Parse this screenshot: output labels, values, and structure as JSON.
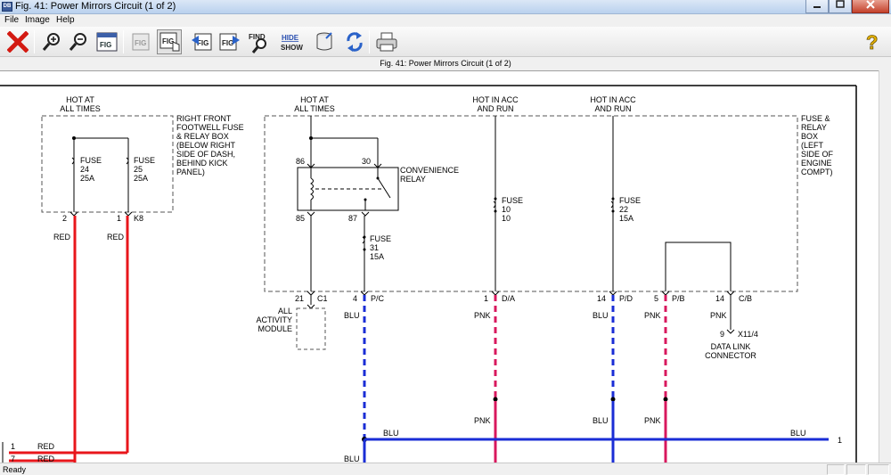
{
  "window": {
    "title": "Fig. 41: Power Mirrors Circuit (1 of 2)",
    "app_icon_text": "DB"
  },
  "menu": [
    {
      "label": "File"
    },
    {
      "label": "Image"
    },
    {
      "label": "Help"
    }
  ],
  "toolbar": {
    "buttons": [
      {
        "name": "close-figure",
        "icon": "red-x-icon"
      },
      {
        "name": "zoom-in",
        "icon": "magnifier-plus-icon"
      },
      {
        "name": "zoom-out",
        "icon": "magnifier-minus-icon"
      },
      {
        "name": "figure-index",
        "icon": "fig-list-icon",
        "label": "FIG"
      },
      {
        "name": "prev-figure",
        "icon": "fig-prev-icon",
        "label": "FIG"
      },
      {
        "name": "select-figure",
        "icon": "fig-hand-icon",
        "label": "FIG"
      },
      {
        "name": "fig-back",
        "icon": "fig-back-icon",
        "label": "FIG"
      },
      {
        "name": "fig-forward",
        "icon": "fig-forward-icon",
        "label": "FIG"
      },
      {
        "name": "find",
        "icon": "find-icon",
        "label": "FIND"
      },
      {
        "name": "hide-show",
        "icon": "hide-show-icon",
        "label_top": "HIDE",
        "label_bottom": "SHOW"
      },
      {
        "name": "notes",
        "icon": "notes-icon"
      },
      {
        "name": "refresh",
        "icon": "refresh-icon"
      },
      {
        "name": "print",
        "icon": "printer-icon"
      },
      {
        "name": "help",
        "icon": "question-icon",
        "label": "?"
      }
    ]
  },
  "figure_header": "Fig. 41: Power Mirrors Circuit (1 of 2)",
  "status": {
    "text": "Ready"
  },
  "diagram": {
    "left_box": {
      "hot_label": [
        "HOT AT",
        "ALL TIMES"
      ],
      "box_label": [
        "RIGHT FRONT",
        "FOOTWELL FUSE",
        "& RELAY BOX",
        "(BELOW RIGHT",
        "SIDE OF DASH,",
        "BEHIND KICK",
        "PANEL)"
      ],
      "fuse_a": [
        "FUSE",
        "24",
        "25A"
      ],
      "fuse_b": [
        "FUSE",
        "25",
        "25A"
      ],
      "pin_a": "2",
      "pin_b": "1",
      "connector": "K8",
      "wire_a": "RED",
      "wire_b": "RED"
    },
    "right_box": {
      "hot1": [
        "HOT AT",
        "ALL TIMES"
      ],
      "hot2": [
        "HOT IN ACC",
        "AND RUN"
      ],
      "hot3": [
        "HOT IN ACC",
        "AND RUN"
      ],
      "box_label": [
        "FUSE &",
        "RELAY",
        "BOX",
        "(LEFT",
        "SIDE OF",
        "ENGINE",
        "COMPT)"
      ],
      "relay_label": [
        "CONVENIENCE",
        "RELAY"
      ],
      "relay_pins": {
        "p86": "86",
        "p30": "30",
        "p85": "85",
        "p87": "87"
      },
      "fuse31": [
        "FUSE",
        "31",
        "15A"
      ],
      "fuse10": [
        "FUSE",
        "10",
        "10"
      ],
      "fuse22": [
        "FUSE",
        "22",
        "15A"
      ],
      "pins": [
        {
          "pin": "21",
          "conn": "C1"
        },
        {
          "pin": "4",
          "conn": "P/C"
        },
        {
          "pin": "1",
          "conn": "D/A"
        },
        {
          "pin": "14",
          "conn": "P/D"
        },
        {
          "pin": "5",
          "conn": "P/B"
        },
        {
          "pin": "14",
          "conn": "C/B"
        }
      ]
    },
    "module_label": [
      "ALL",
      "ACTIVITY",
      "MODULE"
    ],
    "data_link": {
      "pin": "9",
      "conn": "X11/4",
      "label": [
        "DATA LINK",
        "CONNECTOR"
      ]
    },
    "wire_labels": {
      "blu": "BLU",
      "pnk": "PNK",
      "red": "RED",
      "one": "1",
      "seven": "7"
    },
    "colors": {
      "red": "#e8161b",
      "blue": "#1a2dd6",
      "pink": "#d8185e",
      "dash": "#555555"
    }
  }
}
